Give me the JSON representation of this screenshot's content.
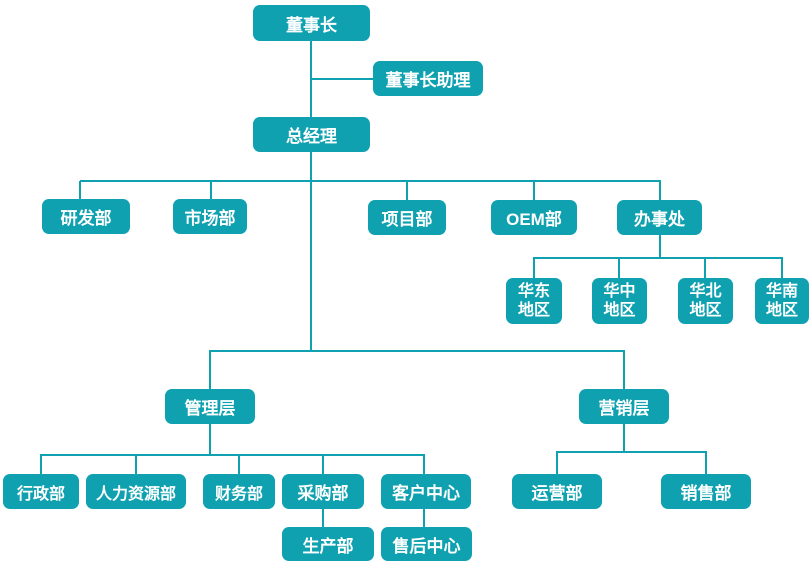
{
  "diagram": {
    "type": "org-chart",
    "colors": {
      "node_fill": "#0FA1B0",
      "node_text": "#FFFFFF",
      "line_color": "#0FA1B0",
      "background": "#FFFFFF"
    },
    "nodes": {
      "chairman": {
        "label": "董事长"
      },
      "chairman_assistant": {
        "label": "董事长助理"
      },
      "general_manager": {
        "label": "总经理"
      },
      "rnd_dept": {
        "label": "研发部"
      },
      "marketing_dept": {
        "label": "市场部"
      },
      "project_dept": {
        "label": "项目部"
      },
      "oem_dept": {
        "label": "OEM部"
      },
      "branch_office": {
        "label": "办事处"
      },
      "east_china": {
        "label": "华东地区",
        "lines": [
          "华东",
          "地区"
        ]
      },
      "central_china": {
        "label": "华中地区",
        "lines": [
          "华中",
          "地区"
        ]
      },
      "north_china": {
        "label": "华北地区",
        "lines": [
          "华北",
          "地区"
        ]
      },
      "south_china": {
        "label": "华南地区",
        "lines": [
          "华南",
          "地区"
        ]
      },
      "management_layer": {
        "label": "管理层"
      },
      "marketing_layer": {
        "label": "营销层"
      },
      "admin_dept": {
        "label": "行政部"
      },
      "hr_dept": {
        "label": "人力资源部"
      },
      "finance_dept": {
        "label": "财务部"
      },
      "purchasing_dept": {
        "label": "采购部"
      },
      "customer_center": {
        "label": "客户中心"
      },
      "production_dept": {
        "label": "生产部"
      },
      "aftersales_center": {
        "label": "售后中心"
      },
      "operations_dept": {
        "label": "运营部"
      },
      "sales_dept": {
        "label": "销售部"
      }
    },
    "structure": {
      "root": "chairman",
      "relations": [
        {
          "parent": "chairman",
          "children": [
            "chairman_assistant",
            "general_manager"
          ]
        },
        {
          "parent": "general_manager",
          "children": [
            "rnd_dept",
            "marketing_dept",
            "project_dept",
            "oem_dept",
            "branch_office",
            "management_layer",
            "marketing_layer"
          ]
        },
        {
          "parent": "branch_office",
          "children": [
            "east_china",
            "central_china",
            "north_china",
            "south_china"
          ]
        },
        {
          "parent": "management_layer",
          "children": [
            "admin_dept",
            "hr_dept",
            "finance_dept",
            "purchasing_dept",
            "customer_center"
          ]
        },
        {
          "parent": "purchasing_dept",
          "children": [
            "production_dept"
          ]
        },
        {
          "parent": "customer_center",
          "children": [
            "aftersales_center"
          ]
        },
        {
          "parent": "marketing_layer",
          "children": [
            "operations_dept",
            "sales_dept"
          ]
        }
      ]
    }
  }
}
